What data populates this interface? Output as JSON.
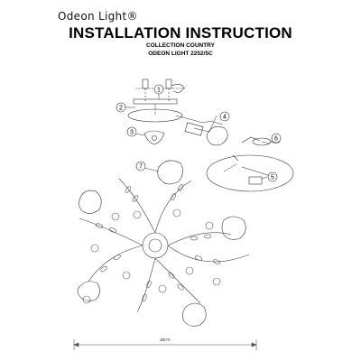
{
  "header": {
    "brand": "Odeon Light®",
    "title": "INSTALLATION INSTRUCTION",
    "collection": "COLLECTION COUNTRY",
    "model": "ODEON LIGHT 2252/5C"
  },
  "callouts": [
    "1",
    "2",
    "3",
    "4",
    "5",
    "6",
    "7"
  ],
  "dimension_label": "Ø570"
}
